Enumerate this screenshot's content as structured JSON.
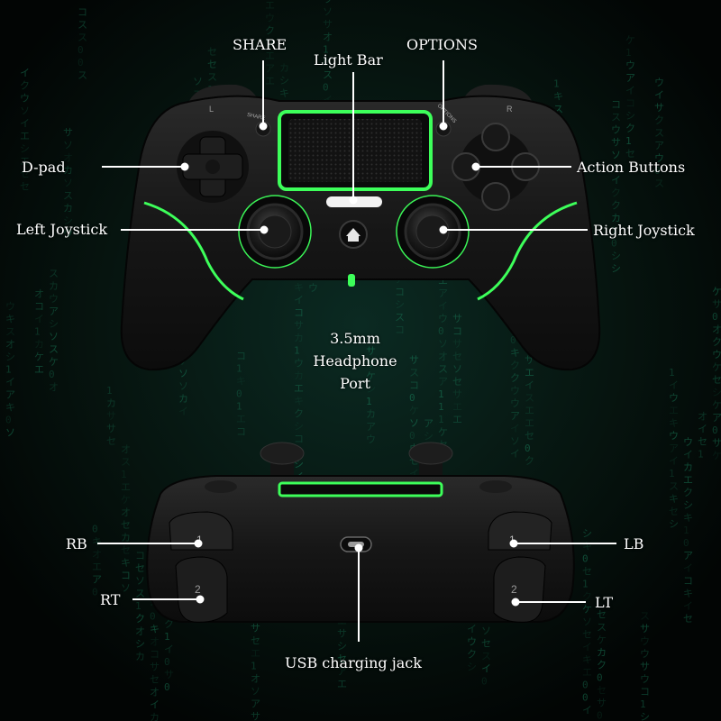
{
  "labels": {
    "share": "SHARE",
    "light_bar": "Light Bar",
    "options": "OPTIONS",
    "dpad": "D-pad",
    "action_buttons": "Action Buttons",
    "left_joystick": "Left Joystick",
    "right_joystick": "Right Joystick",
    "headphone_line1": "3.5mm",
    "headphone_line2": "Headphone",
    "headphone_line3": "Port",
    "rb": "RB",
    "lb": "LB",
    "rt": "RT",
    "lt": "LT",
    "usb": "USB charging jack"
  },
  "printed": {
    "share_small": "SHARE",
    "options_small": "OPTIONS",
    "l": "L",
    "r": "R",
    "one_left": "1",
    "one_right": "1",
    "two_left": "2",
    "two_right": "2"
  },
  "colors": {
    "background": "#030a08",
    "matrix_glyph": "#1f9a6e",
    "accent_green": "#3dff5a",
    "controller_body": "#141414",
    "label_text": "#ffffff",
    "pointer_line": "#ffffff"
  },
  "icons": {
    "home_button": "home-icon",
    "usb_port": "usb-port-icon"
  }
}
